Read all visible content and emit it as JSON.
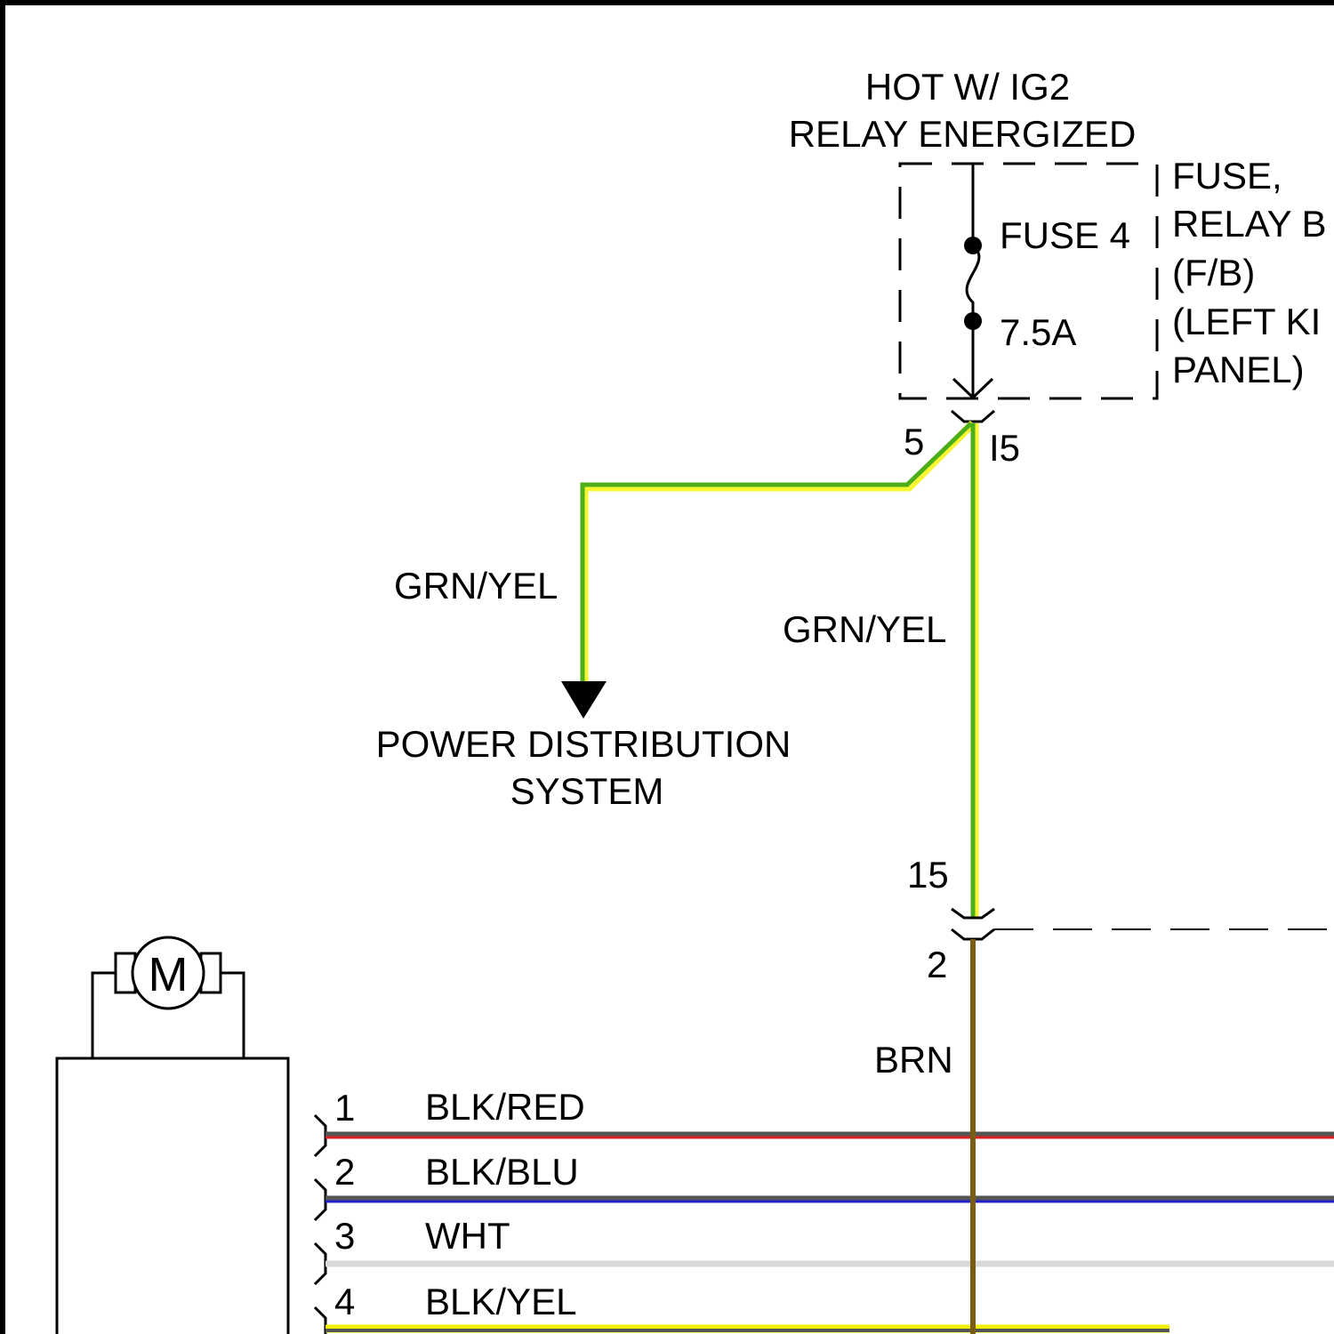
{
  "header": {
    "line1": "HOT W/ IG2",
    "line2": "RELAY ENERGIZED"
  },
  "fuse_box": {
    "label_lines": [
      "FUSE,",
      "RELAY B",
      "(F/B)",
      "(LEFT KI",
      "PANEL)"
    ],
    "fuse_name": "FUSE 4",
    "fuse_rating": "7.5A"
  },
  "connectors": {
    "top_pin_left": "5",
    "top_connector_id": "I5",
    "middle_pin_top": "15",
    "middle_pin_bottom": "2"
  },
  "wires": {
    "branch_color_label": "GRN/YEL",
    "main_color_label": "GRN/YEL",
    "lower_color_label": "BRN"
  },
  "destination": {
    "line1": "POWER DISTRIBUTION",
    "line2": "SYSTEM"
  },
  "motor": {
    "symbol": "M"
  },
  "harness": [
    {
      "pin": "1",
      "color_label": "BLK/RED",
      "color_a": "#555555",
      "color_b": "#e02020"
    },
    {
      "pin": "2",
      "color_label": "BLK/BLU",
      "color_a": "#555555",
      "color_b": "#2020d0"
    },
    {
      "pin": "3",
      "color_label": "WHT",
      "color_a": "#d8d8d8",
      "color_b": "#d8d8d8"
    },
    {
      "pin": "4",
      "color_label": "BLK/YEL",
      "color_a": "#555555",
      "color_b": "#f0f000"
    }
  ],
  "colors": {
    "grn_yel_green": "#4caf1a",
    "grn_yel_yellow": "#f5f532",
    "brown": "#7a5c14"
  }
}
